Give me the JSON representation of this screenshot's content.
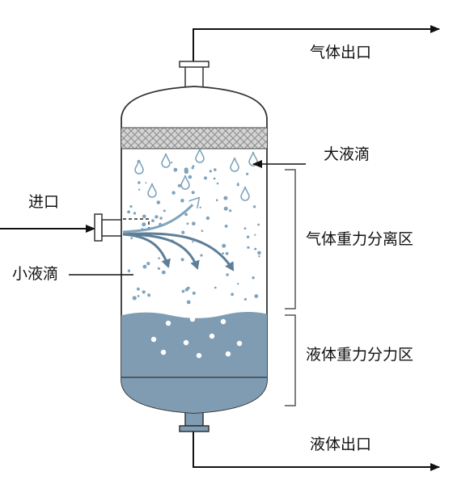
{
  "labels": {
    "gas_outlet": "气体出口",
    "large_droplets": "大液滴",
    "inlet": "进口",
    "gas_separation_zone": "气体重力分离区",
    "small_droplets": "小液滴",
    "liquid_separation_zone": "液体重力分力区",
    "liquid_outlet": "液体出口"
  },
  "colors": {
    "line": "#111111",
    "vessel_outline": "#333333",
    "liquid": "#7f9cb2",
    "droplet": "#7fa3bd",
    "mist_pad": "#d4d4d4",
    "bubble": "#ffffff"
  },
  "icons": {
    "flow_arrow": "arrow-right-icon",
    "droplet": "droplet-icon",
    "bracket": "bracket-icon"
  }
}
